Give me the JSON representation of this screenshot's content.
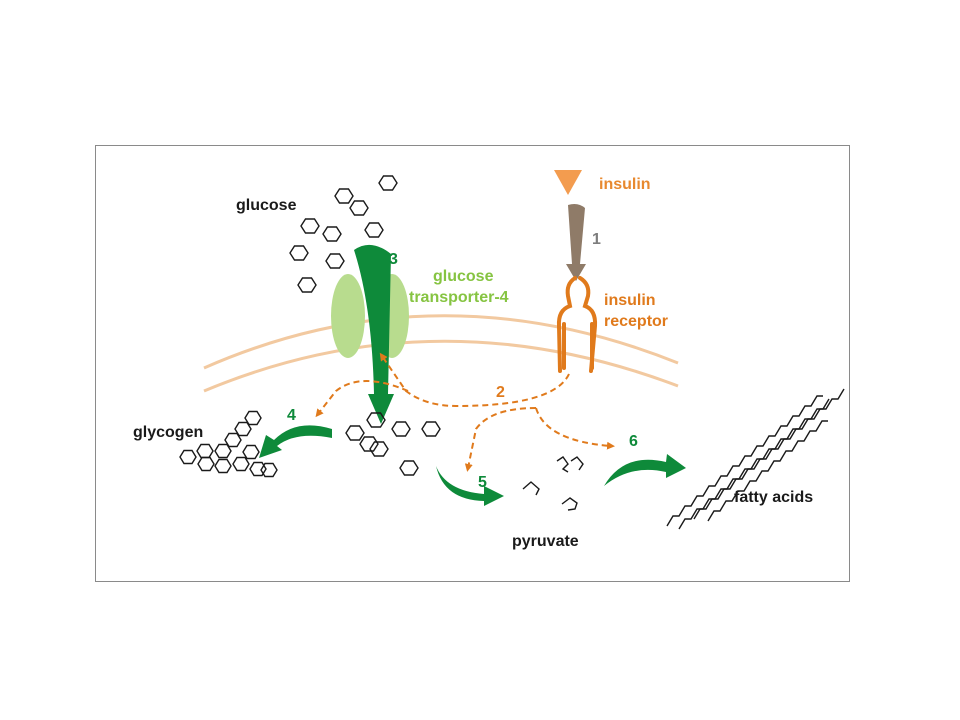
{
  "labels": {
    "insulin": "insulin",
    "insulin_receptor_line1": "insulin",
    "insulin_receptor_line2": "receptor",
    "glucose": "glucose",
    "glut4_line1": "glucose",
    "glut4_line2": "transporter-4",
    "glycogen": "glycogen",
    "pyruvate": "pyruvate",
    "fatty_acids": "fatty acids"
  },
  "steps": {
    "s1": "1",
    "s2": "2",
    "s3": "3",
    "s4": "4",
    "s5": "5",
    "s6": "6"
  },
  "colors": {
    "insulin": "#f39c4f",
    "insulin_text": "#e8892f",
    "receptor": "#e07a1c",
    "signal_arrow": "#8f7b68",
    "glut4_protein": "#b8dc8e",
    "glut4_text": "#86c442",
    "metabolic_arrow": "#0e8a3a",
    "membrane": "#f2c9a0",
    "molecule_outline": "#1a1a1a",
    "step_gray": "#7d7d7d"
  }
}
